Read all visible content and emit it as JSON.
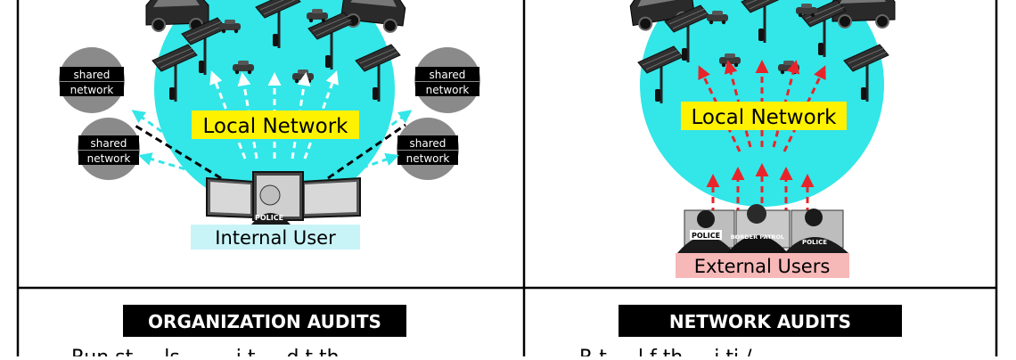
{
  "left_panel": {
    "network_label": "Local Network",
    "user_label": "Internal User",
    "shared_network_label_line1": "shared",
    "shared_network_label_line2": "network",
    "audit_title": "ORGANIZATION AUDITS",
    "caption_fragment": "Run st  ...  ls  ... ... i t  ...  d t  th"
  },
  "right_panel": {
    "network_label": "Local Network",
    "user_label": "External Users",
    "audit_title": "NETWORK AUDITS",
    "caption_fragment": "R  t  ... l  f th  ... i ti /"
  },
  "badges": {
    "police": "POLICE",
    "border_patrol": "BORDER PATROL"
  },
  "colors": {
    "network_fill": "#33e6e8",
    "network_label_bg": "#fff200",
    "internal_user_bg": "#c8f4f8",
    "external_user_bg": "#f7b8b8",
    "shared_network_circle": "#8a8a8a",
    "internal_arrow": "#ffffff",
    "shared_arrow": "#33e6e8",
    "external_arrow": "#e8242a",
    "panel_border": "#000000"
  }
}
